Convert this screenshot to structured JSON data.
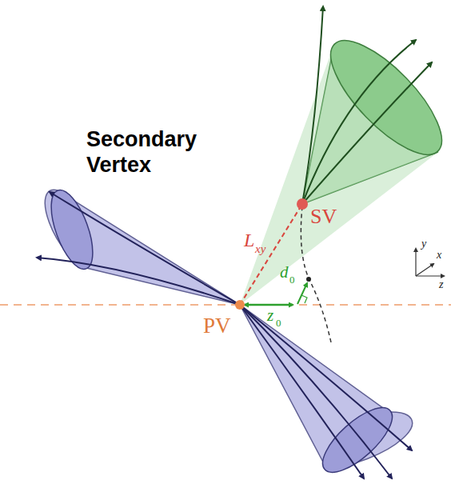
{
  "diagram": {
    "labels": [
      "Secondary Vertex",
      "L",
      "xy",
      "SV",
      "d",
      "0",
      "z",
      "0",
      "PV",
      "y",
      "x",
      "z"
    ]
  }
}
